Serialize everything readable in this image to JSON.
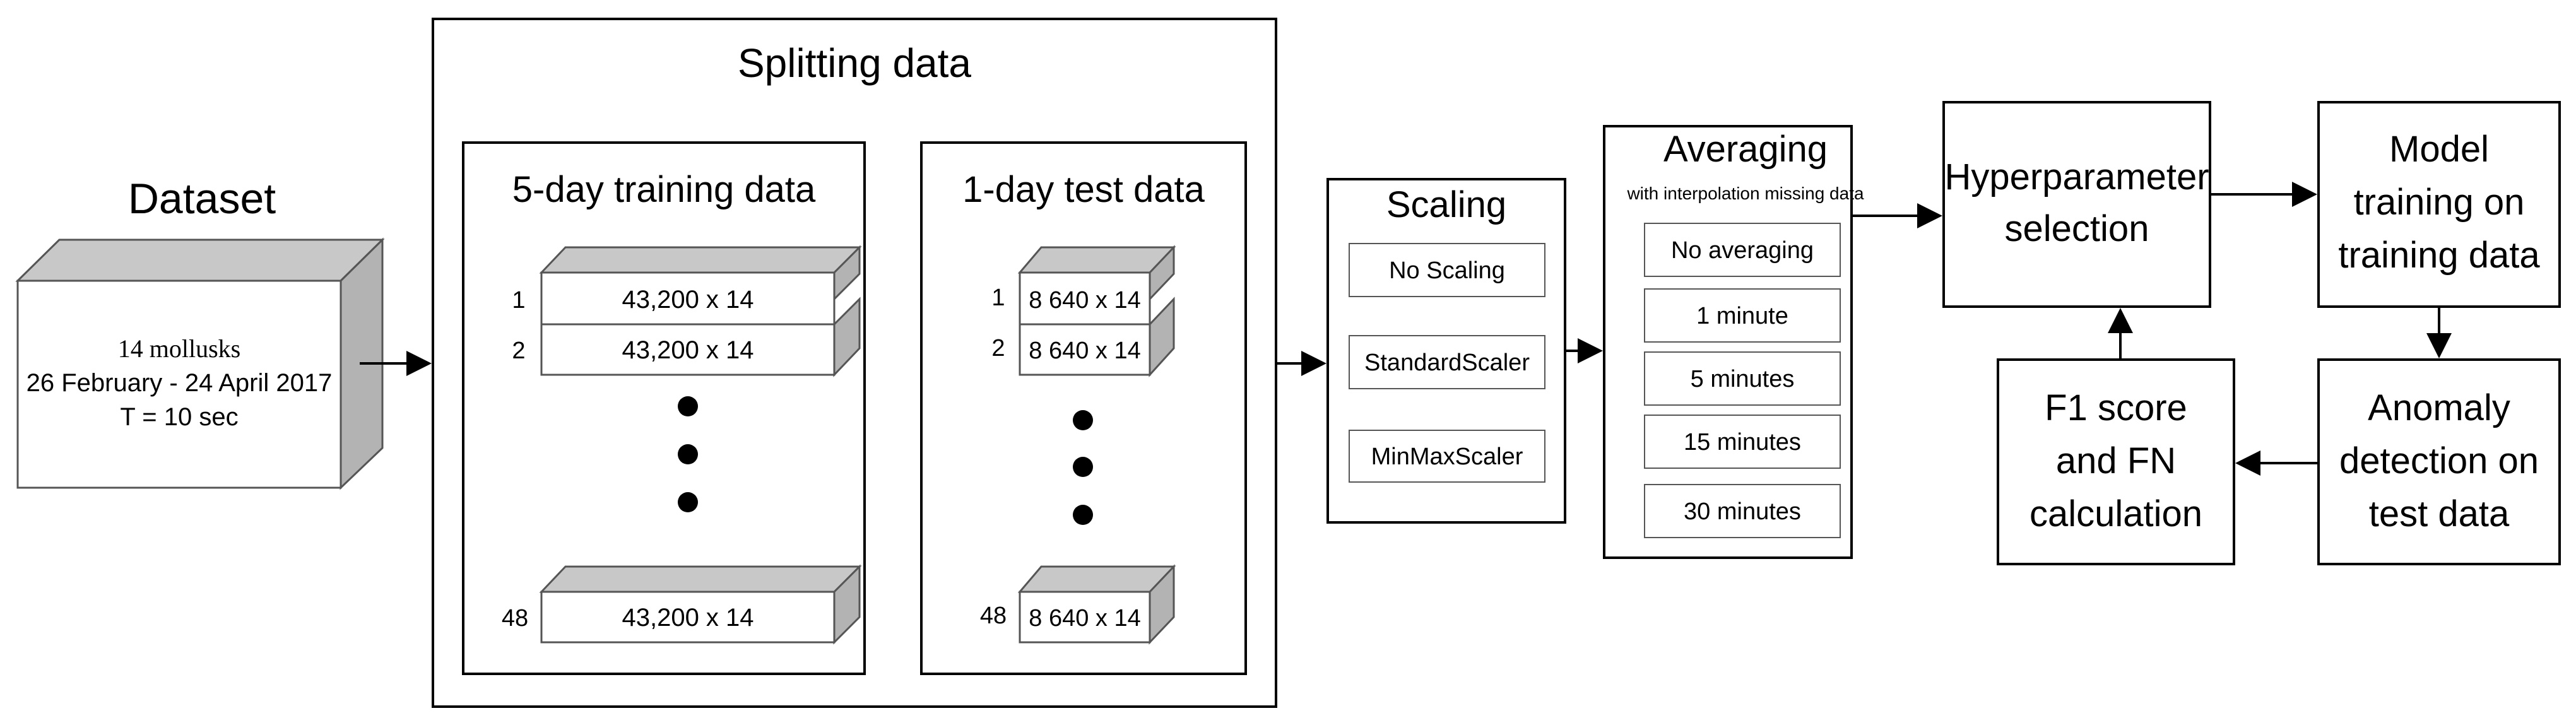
{
  "dataset": {
    "title": "Dataset",
    "lines": [
      "14 mollusks",
      "26 February - 24 April 2017",
      "T = 10 sec"
    ]
  },
  "splitting": {
    "title": "Splitting data",
    "training": {
      "title": "5-day training data",
      "first_index": "1",
      "second_index": "2",
      "last_index": "48",
      "block_label": "43,200 x 14"
    },
    "test": {
      "title": "1-day test data",
      "first_index": "1",
      "second_index": "2",
      "last_index": "48",
      "block_label": "8 640 x 14"
    }
  },
  "scaling": {
    "title": "Scaling",
    "options": [
      "No Scaling",
      "StandardScaler",
      "MinMaxScaler"
    ]
  },
  "averaging": {
    "title": "Averaging",
    "subtitle": "with interpolation missing data",
    "options": [
      "No averaging",
      "1 minute",
      "5 minutes",
      "15 minutes",
      "30 minutes"
    ]
  },
  "hyperparameter": {
    "lines": [
      "Hyperparameter",
      "selection"
    ]
  },
  "model_training": {
    "lines": [
      "Model",
      "training on",
      "training data"
    ]
  },
  "anomaly_detection": {
    "lines": [
      "Anomaly",
      "detection on",
      "test data"
    ]
  },
  "f1_calc": {
    "lines": [
      "F1 score",
      "and FN",
      "calculation"
    ]
  }
}
